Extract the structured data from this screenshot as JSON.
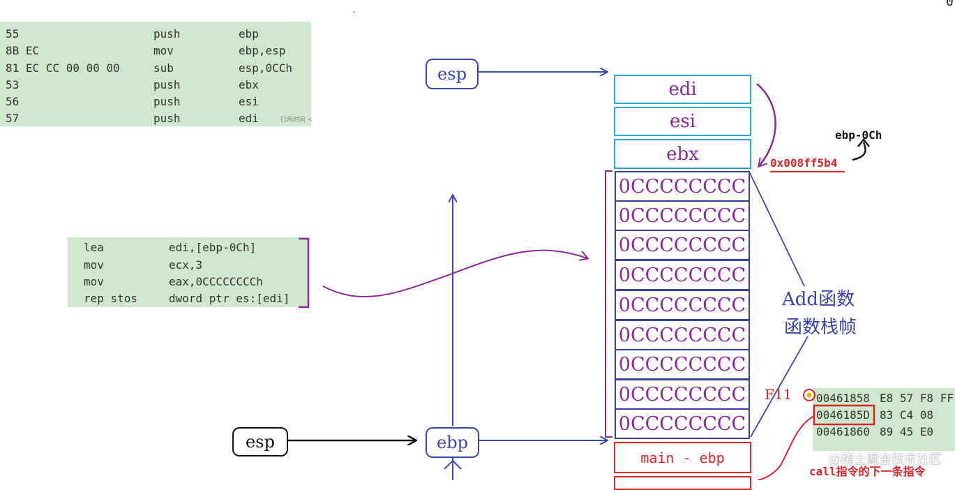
{
  "colors": {
    "panel": "#cde8cc",
    "blue": "#3a46b0",
    "purple": "#8a2a9a",
    "cyan": "#26a7d6",
    "red": "#d8262a"
  },
  "top_right_glyph": "0",
  "prologue": {
    "rows": [
      {
        "bytes": "55",
        "op": "push",
        "arg": "ebp"
      },
      {
        "bytes": "8B EC",
        "op": "mov",
        "arg": "ebp,esp"
      },
      {
        "bytes": "81 EC CC 00 00 00",
        "op": "sub",
        "arg": "esp,0CCh"
      },
      {
        "bytes": "53",
        "op": "push",
        "arg": "ebx"
      },
      {
        "bytes": "56",
        "op": "push",
        "arg": "esi"
      },
      {
        "bytes": "57",
        "op": "push",
        "arg": "edi"
      }
    ],
    "hint": "已用时间 <"
  },
  "init_code": {
    "rows": [
      {
        "op": "lea",
        "arg": "edi,[ebp-0Ch]"
      },
      {
        "op": "mov",
        "arg": "ecx,3"
      },
      {
        "op": "mov",
        "arg": "eax,0CCCCCCCCh"
      },
      {
        "op": "rep stos",
        "arg": "dword ptr es:[edi]"
      }
    ]
  },
  "pointers": {
    "esp_top": "esp",
    "esp_left": "esp",
    "ebp": "ebp"
  },
  "stack": {
    "saved": [
      "edi",
      "esi",
      "ebx"
    ],
    "fill": [
      "0CCCCCCCC",
      "0CCCCCCCC",
      "0CCCCCCCC",
      "0CCCCCCCC",
      "0CCCCCCCC",
      "0CCCCCCCC",
      "0CCCCCCCC",
      "0CCCCCCCC",
      "0CCCCCCCC"
    ],
    "main_ebp": "main - ebp"
  },
  "annotations": {
    "address": "0x008ff5b4",
    "ebp_offset": "ebp-0Ch",
    "frame_line1": "Add函数",
    "frame_line2": "函数栈帧",
    "f11": "F11",
    "call_note": "call指令的下一条指令"
  },
  "disasm": {
    "rows": [
      {
        "addr": "00461858",
        "bytes": "E8 57 F8 FF"
      },
      {
        "addr": "0046185D",
        "bytes": "83 C4 08"
      },
      {
        "addr": "00461860",
        "bytes": "89 45 E0"
      }
    ]
  },
  "watermark": "@稀土掘金技术社区"
}
